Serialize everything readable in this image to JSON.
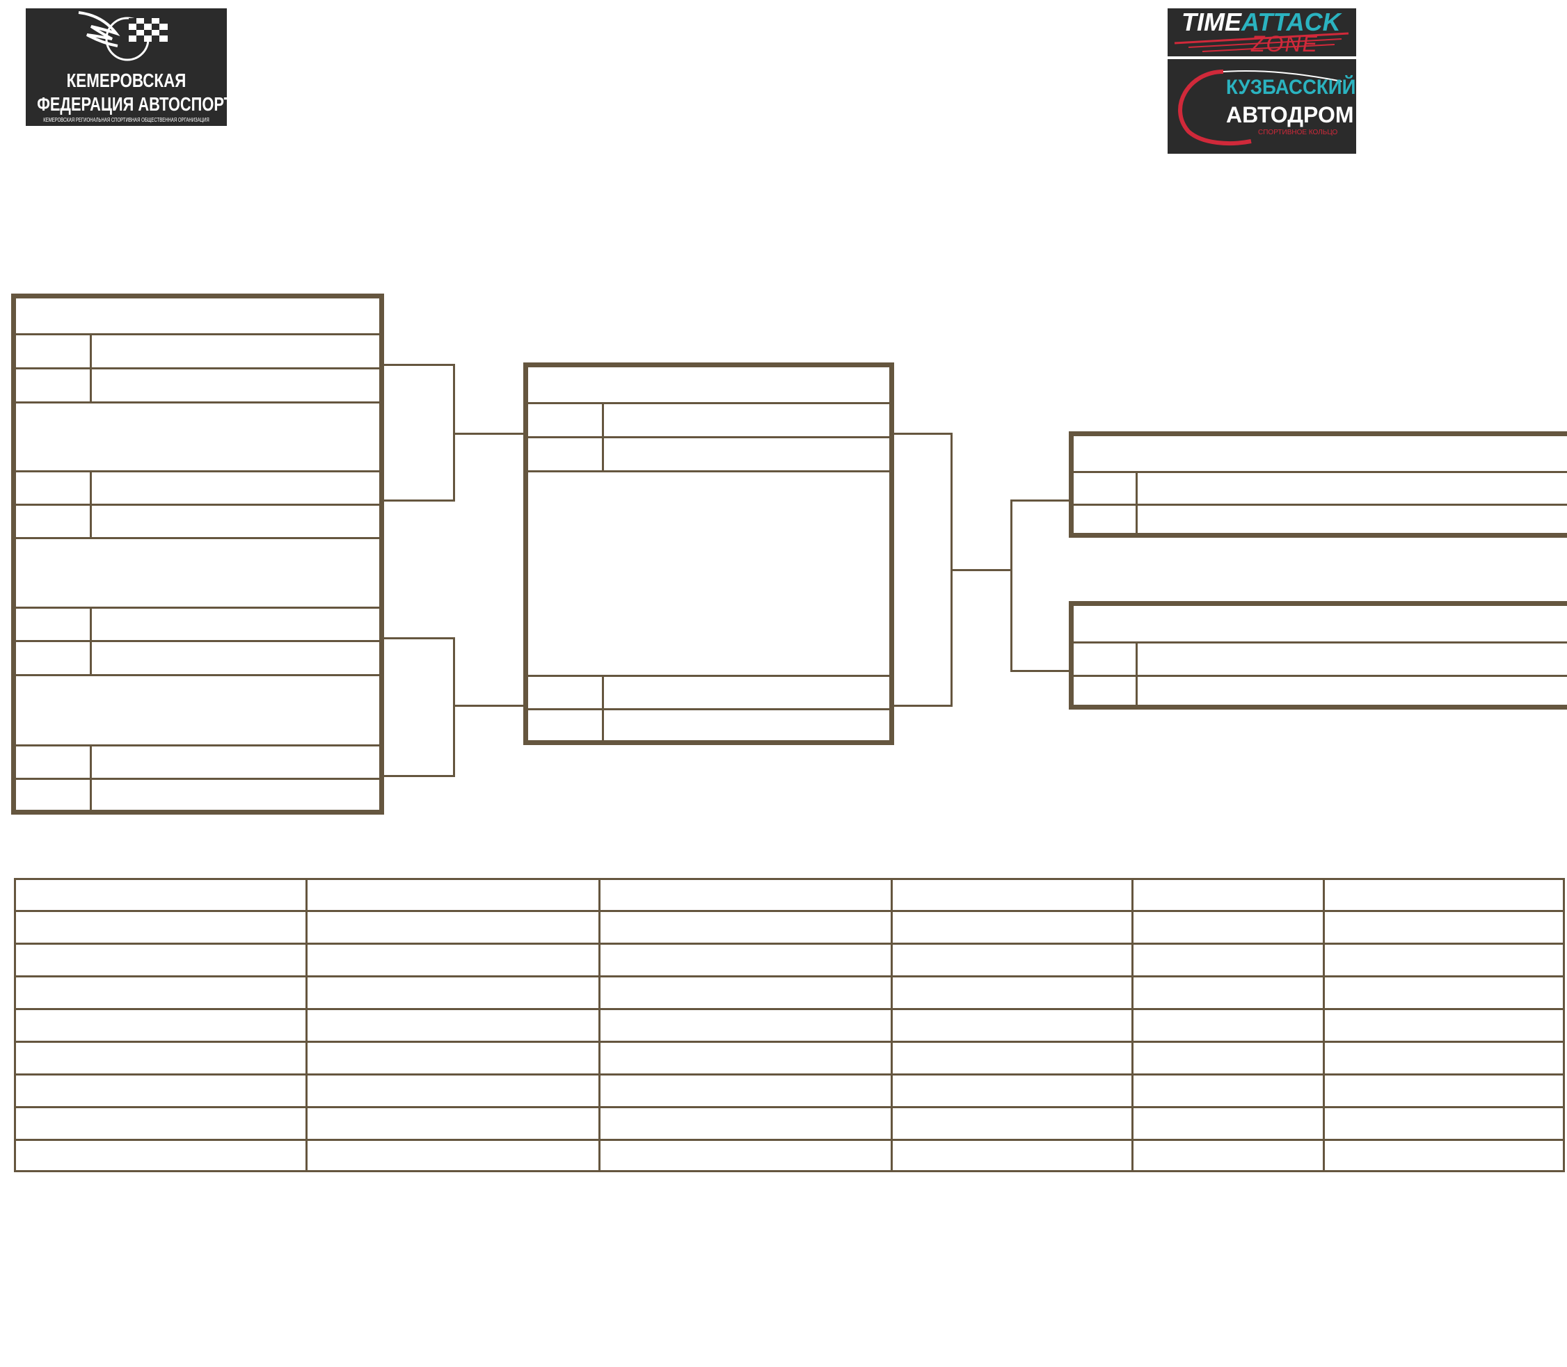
{
  "logos": {
    "left": {
      "name": "Кемеровская федерация автоспорта",
      "line1": "КЕМЕРОВСКАЯ",
      "line2": "ФЕДЕРАЦИЯ АВТОСПОРТА",
      "line3": "КЕМЕРОВСКАЯ РЕГИОНАЛЬНАЯ СПОРТИВНАЯ ОБЩЕСТВЕННАЯ ОРГАНИЗАЦИЯ"
    },
    "right_top": {
      "word1": "TIME",
      "word2": "ATTACK",
      "word3": "ZONE"
    },
    "right_bottom": {
      "line1": "КУЗБАССКИЙ",
      "line2": "АВТОДРОМ",
      "line3": "СПОРТИВНОЕ КОЛЬЦО"
    }
  },
  "colors": {
    "line": "#65563f",
    "logo_bg": "#2b2b2b",
    "accent_red": "#d0293a",
    "accent_teal": "#2bb3c0"
  },
  "bracket": {
    "rounds": 3,
    "quarterfinal_pairs": 4,
    "semifinal_pairs": 2,
    "final_boxes": 2
  },
  "results_table": {
    "columns": 6,
    "rows": 9
  }
}
